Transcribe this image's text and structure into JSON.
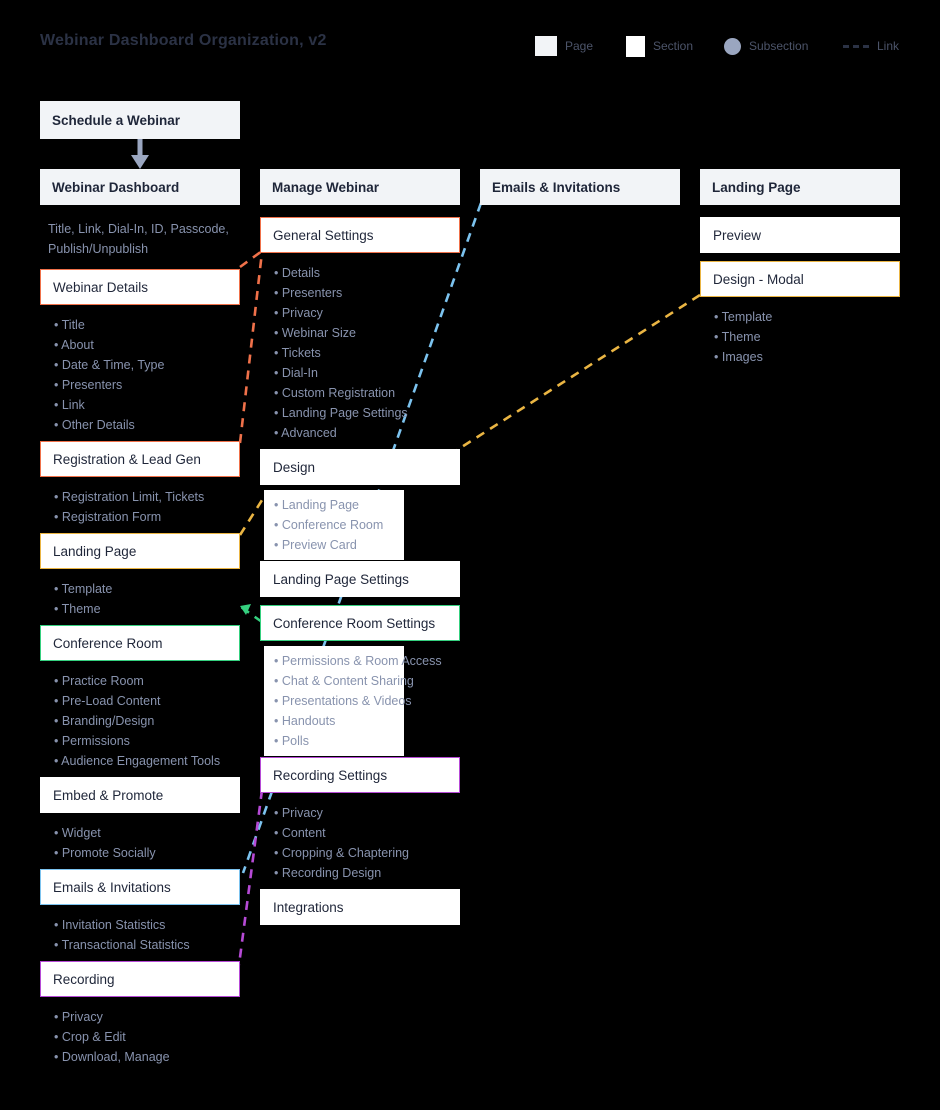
{
  "header": {
    "title": "Webinar Dashboard Organization, v2",
    "legend": [
      {
        "name": "page-swatch",
        "label": "Page",
        "color": "#f2f4f7"
      },
      {
        "name": "section-swatch",
        "label": "Section",
        "color": "#ffffff"
      },
      {
        "name": "subsection-swatch",
        "label": "Subsection",
        "color": "#9aa6c0"
      },
      {
        "name": "link-swatch",
        "label": "Link",
        "color": "#2b3245"
      }
    ]
  },
  "colors": {
    "orange": "#f0714a",
    "amber": "#eab543",
    "green": "#35d07f",
    "blue": "#7cc3ef",
    "purple": "#b64ad6",
    "page_fill": "#f2f4f7",
    "section_fill": "#ffffff",
    "text": "#1f2639",
    "muted": "#8893ae",
    "arrow": "#9aa6c0",
    "background": "#000000"
  },
  "columns": [
    {
      "id": "col1",
      "nodes": [
        {
          "id": "schedule-a-webinar",
          "type": "page",
          "label": "Schedule a Webinar",
          "accent": "none"
        },
        {
          "id": "webinar-dashboard",
          "type": "page",
          "label": "Webinar Dashboard",
          "accent": "none"
        },
        {
          "id": "webinar-dashboard-meta",
          "type": "text",
          "label": "Title, Link, Dial-In, ID, Passcode, Publish/Unpublish"
        },
        {
          "id": "webinar-details",
          "type": "section",
          "label": "Webinar Details",
          "accent": "orange",
          "items": [
            "Title",
            "About",
            "Date & Time, Type",
            "Presenters",
            "Link",
            "Other Details"
          ]
        },
        {
          "id": "registration-lead-gen",
          "type": "section",
          "label": "Registration & Lead Gen",
          "accent": "orange",
          "items": [
            "Registration Limit, Tickets",
            "Registration Form"
          ]
        },
        {
          "id": "landing-page-c1",
          "type": "section",
          "label": "Landing Page",
          "accent": "amber",
          "items": [
            "Template",
            "Theme"
          ]
        },
        {
          "id": "conference-room-c1",
          "type": "section",
          "label": "Conference Room",
          "accent": "green",
          "items": [
            "Practice Room",
            "Pre-Load Content",
            "Branding/Design",
            "Permissions",
            "Audience Engagement Tools"
          ]
        },
        {
          "id": "embed-promote",
          "type": "section",
          "label": "Embed & Promote",
          "accent": "none",
          "items": [
            "Widget",
            "Promote Socially"
          ]
        },
        {
          "id": "emails-invitations-c1",
          "type": "section",
          "label": "Emails & Invitations",
          "accent": "blue",
          "items": [
            "Invitation Statistics",
            "Transactional Statistics"
          ]
        },
        {
          "id": "recording-c1",
          "type": "section",
          "label": "Recording",
          "accent": "purple",
          "items": [
            "Privacy",
            "Crop & Edit",
            "Download, Manage"
          ]
        }
      ]
    },
    {
      "id": "col2",
      "nodes": [
        {
          "id": "manage-webinar",
          "type": "page",
          "label": "Manage Webinar",
          "accent": "none"
        },
        {
          "id": "general-settings",
          "type": "section",
          "label": "General Settings",
          "accent": "orange",
          "items": [
            "Details",
            "Presenters",
            "Privacy",
            "Webinar Size",
            "Tickets",
            "Dial-In",
            "Custom Registration",
            "Landing Page Settings",
            "Advanced"
          ]
        },
        {
          "id": "design",
          "type": "section",
          "label": "Design",
          "accent": "none",
          "items": [
            "Landing Page",
            "Conference Room",
            "Preview Card"
          ],
          "items_filled": true
        },
        {
          "id": "landing-page-settings",
          "type": "section",
          "label": "Landing Page Settings",
          "accent": "none",
          "items": []
        },
        {
          "id": "conference-room-settings",
          "type": "section",
          "label": "Conference Room Settings",
          "accent": "green",
          "items": [
            "Permissions & Room Access",
            "Chat & Content Sharing",
            "Presentations & Videos",
            "Handouts",
            "Polls"
          ],
          "items_filled": true
        },
        {
          "id": "recording-settings",
          "type": "section",
          "label": "Recording Settings",
          "accent": "purple",
          "items": [
            "Privacy",
            "Content",
            "Cropping & Chaptering",
            "Recording Design"
          ]
        },
        {
          "id": "integrations",
          "type": "section",
          "label": "Integrations",
          "accent": "none",
          "items": []
        }
      ]
    },
    {
      "id": "col3",
      "nodes": [
        {
          "id": "emails-invitations-c3",
          "type": "page",
          "label": "Emails & Invitations",
          "accent": "blue"
        }
      ]
    },
    {
      "id": "col4",
      "nodes": [
        {
          "id": "landing-page-c4",
          "type": "page",
          "label": "Landing Page",
          "accent": "none"
        },
        {
          "id": "preview",
          "type": "section",
          "label": "Preview",
          "accent": "none",
          "items": []
        },
        {
          "id": "design-modal",
          "type": "section",
          "label": "Design - Modal",
          "accent": "amber",
          "items": [
            "Template",
            "Theme",
            "Images"
          ]
        }
      ]
    }
  ],
  "connectors": [
    {
      "id": "link-webinar-details-to-general-settings",
      "color": "#f0714a"
    },
    {
      "id": "link-registration-to-general-settings",
      "color": "#f0714a"
    },
    {
      "id": "link-landing-page-c1-to-design",
      "color": "#eab543"
    },
    {
      "id": "link-design-modal-to-design",
      "color": "#eab543"
    },
    {
      "id": "link-conference-room-to-conference-room-settings",
      "color": "#35d07f"
    },
    {
      "id": "link-emails-c3-to-emails-c1",
      "color": "#7cc3ef"
    },
    {
      "id": "link-recording-settings-to-recording",
      "color": "#b64ad6"
    }
  ],
  "flow_arrow": {
    "id": "schedule-to-dashboard-arrow",
    "color": "#9aa6c0"
  }
}
